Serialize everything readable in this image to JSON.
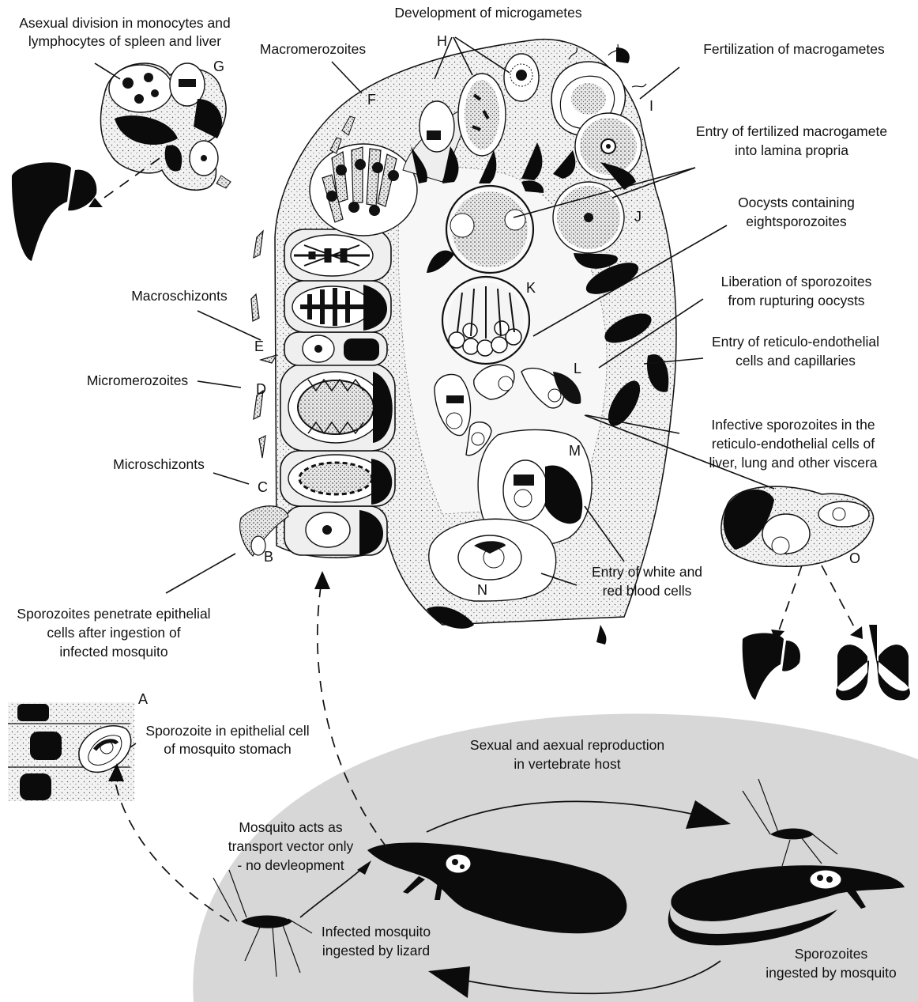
{
  "labels": {
    "development_microgametes": "Development of microgametes",
    "asexual_line1": "Asexual division in monocytes and",
    "asexual_line2": "lymphocytes of spleen and liver",
    "macromerozoites": "Macromerozoites",
    "fertilization": "Fertilization of macrogametes",
    "entry_fertilized_line1": "Entry of fertilized macrogamete",
    "entry_fertilized_line2": "into lamina propria",
    "oocysts_line1": "Oocysts containing",
    "oocysts_line2": "eightsporozoites",
    "liberation_line1": "Liberation of sporozoites",
    "liberation_line2": "from rupturing oocysts",
    "macroschizonts": "Macroschizonts",
    "entry_reticulo_line1": "Entry of reticulo-endothelial",
    "entry_reticulo_line2": "cells and capillaries",
    "micromerozoites": "Micromerozoites",
    "infective_line1": "Infective sporozoites in the",
    "infective_line2": "reticulo-endothelial cells of",
    "infective_line3": "liver, lung and other viscera",
    "microschizonts": "Microschizonts",
    "entry_blood_line1": "Entry of white and",
    "entry_blood_line2": "red blood cells",
    "penetrate_line1": "Sporozoites penetrate epithelial",
    "penetrate_line2": "cells after ingestion of",
    "penetrate_line3": "infected mosquito",
    "sporozoite_epithelial_line1": "Sporozoite in epithelial cell",
    "sporozoite_epithelial_line2": "of mosquito stomach",
    "sexual_line1": "Sexual and aexual reproduction",
    "sexual_line2": "in vertebrate host",
    "transport_line1": "Mosquito acts as",
    "transport_line2": "transport vector only",
    "transport_line3": "- no devleopment",
    "infected_line1": "Infected mosquito",
    "infected_line2": "ingested by lizard",
    "ingested_line1": "Sporozoites",
    "ingested_line2": "ingested by mosquito"
  },
  "letters": [
    "A",
    "B",
    "C",
    "D",
    "E",
    "F",
    "G",
    "H",
    "I",
    "J",
    "K",
    "L",
    "M",
    "N",
    "O"
  ],
  "colors": {
    "ink": "#0b0b0b",
    "host_background": "#d7d7d7",
    "tissue": "#efefef"
  }
}
